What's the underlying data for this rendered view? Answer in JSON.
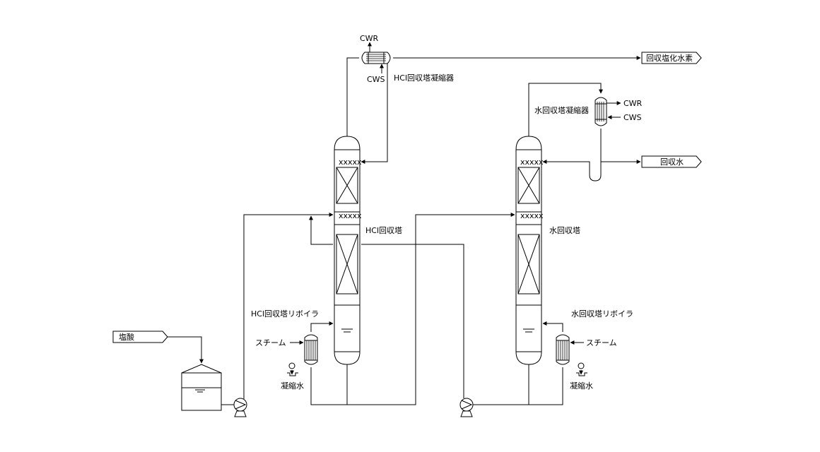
{
  "streams": {
    "hcl_in": "塩酸",
    "hcl_out": "回収塩化水素",
    "water_out": "回収水"
  },
  "equipment": {
    "hcl_condenser": "HCl回収塔凝縮器",
    "hcl_column": "HCl回収塔",
    "hcl_reboiler": "HCl回収塔リボイラ",
    "water_condenser": "水回収塔凝縮器",
    "water_column": "水回収塔",
    "water_reboiler": "水回収塔リボイラ"
  },
  "utilities": {
    "cwr": "CWR",
    "cws": "CWS",
    "steam": "スチーム",
    "condensate": "凝縮水"
  }
}
